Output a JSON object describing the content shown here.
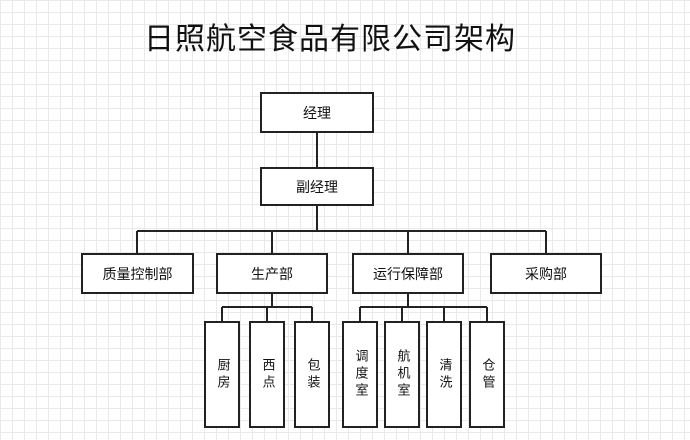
{
  "title": "日照航空食品有限公司架构",
  "nodes": {
    "manager": "经理",
    "deputy": "副经理",
    "quality": "质量控制部",
    "production": "生产部",
    "operations": "运行保障部",
    "purchasing": "采购部",
    "kitchen": "厨房",
    "pastry": "西点",
    "packaging": "包装",
    "dispatch": "调度室",
    "aircraft_room": "航机室",
    "cleaning": "清洗",
    "warehouse": "仓管"
  }
}
